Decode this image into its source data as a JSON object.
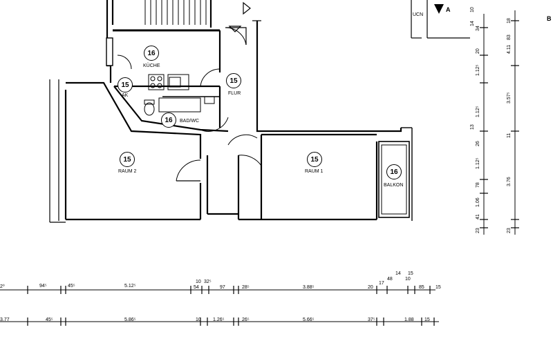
{
  "rooms": {
    "kueche": {
      "num": "16",
      "name": "KÜCHE"
    },
    "flur": {
      "num": "15",
      "name": "FLUR"
    },
    "ak": {
      "num": "15",
      "name": "AK"
    },
    "bad": {
      "num": "16",
      "name": "BAD/WC"
    },
    "raum2": {
      "num": "15",
      "name": "RAUM 2"
    },
    "raum1": {
      "num": "15",
      "name": "RAUM 1"
    },
    "balkon": {
      "num": "16",
      "name": "BALKON"
    }
  },
  "section_marker": {
    "label": "A",
    "label_top_left": "UCN",
    "cut_right": "B"
  },
  "dims_row1": [
    "2⁰",
    "94⁵",
    "45⁵",
    "5.12⁵",
    "10",
    "54",
    "32⁵",
    "97",
    "28⁵",
    "3.88⁵",
    "20",
    "17",
    "48",
    "14",
    "15",
    "10",
    "85",
    "15"
  ],
  "dims_row2": [
    "3.77",
    "45⁵",
    "5.86⁵",
    "10",
    "1.26⁵",
    "26⁵",
    "5.66⁵",
    "37⁵",
    "1.88",
    "15"
  ],
  "dims_vert1": [
    "23",
    "41",
    "1.06",
    "78",
    "1.12⁵",
    "26",
    "13",
    "1.12⁵",
    "1.12⁵",
    "20",
    "34",
    "14",
    "10"
  ],
  "dims_vert2": [
    "23",
    "3.76",
    "11",
    "3.57⁵",
    "83",
    "4.11",
    "18"
  ]
}
